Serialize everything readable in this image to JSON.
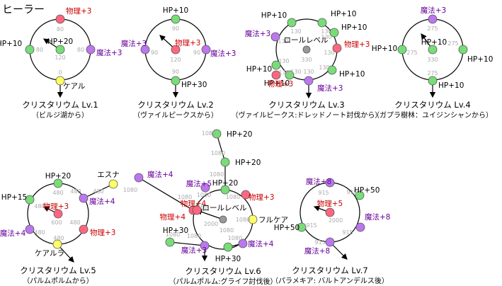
{
  "page": {
    "title": "ヒーラー"
  },
  "colors": {
    "physical": "#ff6680",
    "magic": "#bb77ee",
    "hp": "#77dd77",
    "skill": "#ffff66",
    "center": "#999999",
    "line": "#000000",
    "physical_text": "#cc0000",
    "magic_text": "#660099",
    "cost_text": "#aaaaaa"
  },
  "diagrams": [
    {
      "id": "lv1",
      "caption": [
        "クリスタリウム Lv.1",
        "（ビルジ湖から）"
      ],
      "nodes": [
        {
          "id": "t",
          "kind": "physical",
          "label": "物理+3",
          "cost": "80"
        },
        {
          "id": "l",
          "kind": "hp",
          "label": "HP+10",
          "cost": "80"
        },
        {
          "id": "c",
          "kind": "hp",
          "label": "HP+20",
          "cost": "120"
        },
        {
          "id": "r",
          "kind": "magic",
          "label": "魔法+3",
          "cost": "80"
        },
        {
          "id": "b",
          "kind": "skill",
          "label": "ケアル",
          "cost": "0"
        }
      ]
    },
    {
      "id": "lv2",
      "caption": [
        "クリスタリウム Lv.2",
        "（ヴァイルピークスから）"
      ],
      "nodes": [
        {
          "id": "t",
          "kind": "hp",
          "label": "HP+10",
          "cost": "90"
        },
        {
          "id": "l",
          "kind": "magic",
          "label": "魔法+3",
          "cost": "90"
        },
        {
          "id": "c",
          "kind": "physical",
          "label": "物理+3",
          "cost": "120"
        },
        {
          "id": "r",
          "kind": "magic",
          "label": "魔法+3",
          "cost": "90"
        },
        {
          "id": "b",
          "kind": "hp",
          "label": "HP+30",
          "cost": "90"
        }
      ]
    },
    {
      "id": "lv3",
      "caption": [
        "クリスタリウム Lv.3",
        "（ヴァイルピークス:ドレッドノート討伐から）"
      ],
      "center_label": "ロールレベル",
      "nodes": [
        {
          "id": "n1",
          "kind": "hp",
          "label": "HP+10",
          "cost": "130"
        },
        {
          "id": "n2",
          "kind": "hp",
          "label": "HP+10",
          "cost": "130"
        },
        {
          "id": "n3",
          "kind": "magic",
          "label": "魔法+3",
          "cost": "130"
        },
        {
          "id": "n4",
          "kind": "hp",
          "label": "HP+10",
          "cost": "130"
        },
        {
          "id": "n5",
          "kind": "hp",
          "label": "HP+10",
          "cost": "130"
        },
        {
          "id": "n6",
          "kind": "physical",
          "label": "物理+3",
          "cost": "130"
        },
        {
          "id": "n7",
          "kind": "hp",
          "label": "HP+10",
          "cost": "130"
        },
        {
          "id": "n8",
          "kind": "hp",
          "label": "HP+10",
          "cost": "130"
        },
        {
          "id": "n9",
          "kind": "physical",
          "label": "物理+3",
          "cost": "130"
        },
        {
          "id": "n10",
          "kind": "magic",
          "label": "魔法+3",
          "cost": "130"
        },
        {
          "id": "c",
          "kind": "center",
          "label": "",
          "cost": "330"
        }
      ]
    },
    {
      "id": "lv4",
      "caption": [
        "クリスタリウム Lv.4",
        "（ガプラ樹林：ユイジンシャンから）"
      ],
      "nodes": [
        {
          "id": "t",
          "kind": "magic",
          "label": "魔法+3",
          "cost": "275"
        },
        {
          "id": "l",
          "kind": "hp",
          "label": "HP+10",
          "cost": "275"
        },
        {
          "id": "c",
          "kind": "hp",
          "label": "HP+10",
          "cost": "330"
        },
        {
          "id": "r",
          "kind": "hp",
          "label": "HP+10",
          "cost": "275"
        },
        {
          "id": "b",
          "kind": "hp",
          "label": "HP+10",
          "cost": "275"
        }
      ]
    },
    {
      "id": "lv5",
      "caption": [
        "クリスタリウム Lv.5",
        "（パルムポルムから）"
      ],
      "nodes": [
        {
          "id": "t",
          "kind": "hp",
          "label": "HP+20",
          "cost": "480"
        },
        {
          "id": "l",
          "kind": "hp",
          "label": "HP+15",
          "cost": "480"
        },
        {
          "id": "c",
          "kind": "physical",
          "label": "物理+3",
          "cost": "600"
        },
        {
          "id": "r",
          "kind": "magic",
          "label": "魔法+4",
          "cost": "480"
        },
        {
          "id": "bl",
          "kind": "magic",
          "label": "魔法+4",
          "cost": "480"
        },
        {
          "id": "br",
          "kind": "physical",
          "label": "物理+3",
          "cost": "480"
        },
        {
          "id": "s1",
          "kind": "skill",
          "label": "エスナ",
          "cost": "480"
        },
        {
          "id": "s2",
          "kind": "skill",
          "label": "ケアルラ",
          "cost": "480"
        }
      ]
    },
    {
      "id": "lv6",
      "caption": [
        "クリスタリウム Lv.6",
        "（パルムポルム:グライフ討伐後）"
      ],
      "center_label": "ロールレベル",
      "nodes": [
        {
          "id": "u1",
          "kind": "hp",
          "label": "HP+20",
          "cost": "1080"
        },
        {
          "id": "u2",
          "kind": "hp",
          "label": "HP+20",
          "cost": "1080"
        },
        {
          "id": "u3",
          "kind": "hp",
          "label": "HP+20",
          "cost": "1080"
        },
        {
          "id": "a1",
          "kind": "magic",
          "label": "魔法+4",
          "cost": "1080"
        },
        {
          "id": "a2",
          "kind": "physical",
          "label": "物理+4",
          "cost": "1080"
        },
        {
          "id": "m1",
          "kind": "magic",
          "label": "魔法+5",
          "cost": "1080"
        },
        {
          "id": "p1",
          "kind": "physical",
          "label": "物理+3",
          "cost": "1080"
        },
        {
          "id": "p2",
          "kind": "physical",
          "label": "物理+4",
          "cost": "1080"
        },
        {
          "id": "s1",
          "kind": "skill",
          "label": "フルケア",
          "cost": "1080"
        },
        {
          "id": "h1",
          "kind": "hp",
          "label": "HP+30",
          "cost": "1080"
        },
        {
          "id": "m2",
          "kind": "magic",
          "label": "魔法+4",
          "cost": "1080"
        },
        {
          "id": "h2",
          "kind": "hp",
          "label": "HP+30",
          "cost": "1080"
        },
        {
          "id": "m3",
          "kind": "magic",
          "label": "魔法+3",
          "cost": "1080"
        },
        {
          "id": "c",
          "kind": "center",
          "label": "",
          "cost": "2000"
        }
      ]
    },
    {
      "id": "lv7",
      "caption": [
        "クリスタリウム Lv.7",
        "（パラメキア: バルトアンデルス後）"
      ],
      "nodes": [
        {
          "id": "t",
          "kind": "magic",
          "label": "魔法+8",
          "cost": "915"
        },
        {
          "id": "tr",
          "kind": "hp",
          "label": "HP+50",
          "cost": "915"
        },
        {
          "id": "l",
          "kind": "hp",
          "label": "HP+50",
          "cost": "915"
        },
        {
          "id": "c",
          "kind": "physical",
          "label": "物理+5",
          "cost": "2000"
        },
        {
          "id": "r",
          "kind": "magic",
          "label": "魔法+8",
          "cost": "915"
        },
        {
          "id": "b",
          "kind": "magic",
          "label": "魔法+8",
          "cost": "915"
        }
      ]
    }
  ]
}
